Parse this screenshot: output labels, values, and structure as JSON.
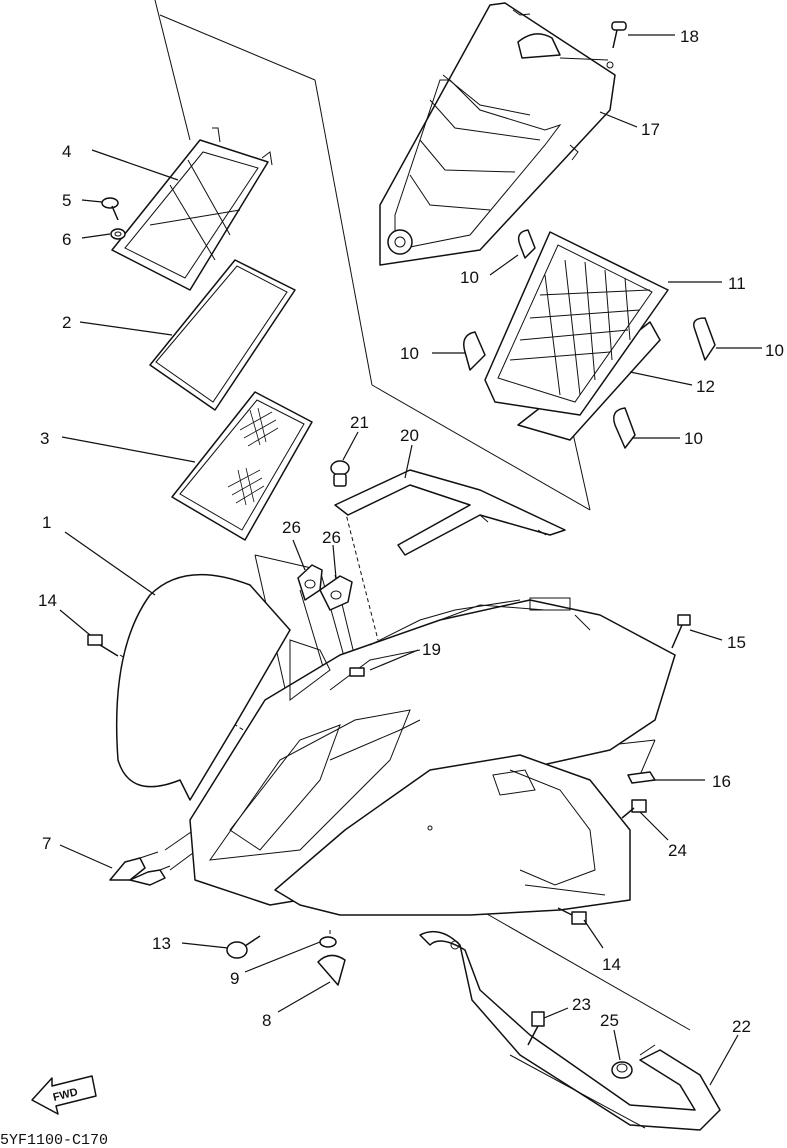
{
  "drawing_code": "5YF1100-C170",
  "fwd_label": "FWD",
  "callouts": [
    {
      "id": "c18",
      "text": "18"
    },
    {
      "id": "c17",
      "text": "17"
    },
    {
      "id": "c4",
      "text": "4"
    },
    {
      "id": "c5",
      "text": "5"
    },
    {
      "id": "c6",
      "text": "6"
    },
    {
      "id": "c10a",
      "text": "10"
    },
    {
      "id": "c11",
      "text": "11"
    },
    {
      "id": "c2",
      "text": "2"
    },
    {
      "id": "c10b",
      "text": "10"
    },
    {
      "id": "c10c",
      "text": "10"
    },
    {
      "id": "c12",
      "text": "12"
    },
    {
      "id": "c3",
      "text": "3"
    },
    {
      "id": "c21",
      "text": "21"
    },
    {
      "id": "c20",
      "text": "20"
    },
    {
      "id": "c10d",
      "text": "10"
    },
    {
      "id": "c1",
      "text": "1"
    },
    {
      "id": "c26a",
      "text": "26"
    },
    {
      "id": "c26b",
      "text": "26"
    },
    {
      "id": "c14a",
      "text": "14"
    },
    {
      "id": "c15",
      "text": "15"
    },
    {
      "id": "c19",
      "text": "19"
    },
    {
      "id": "c16",
      "text": "16"
    },
    {
      "id": "c7",
      "text": "7"
    },
    {
      "id": "c24",
      "text": "24"
    },
    {
      "id": "c13",
      "text": "13"
    },
    {
      "id": "c14b",
      "text": "14"
    },
    {
      "id": "c9",
      "text": "9"
    },
    {
      "id": "c8",
      "text": "8"
    },
    {
      "id": "c23",
      "text": "23"
    },
    {
      "id": "c25",
      "text": "25"
    },
    {
      "id": "c22",
      "text": "22"
    }
  ]
}
